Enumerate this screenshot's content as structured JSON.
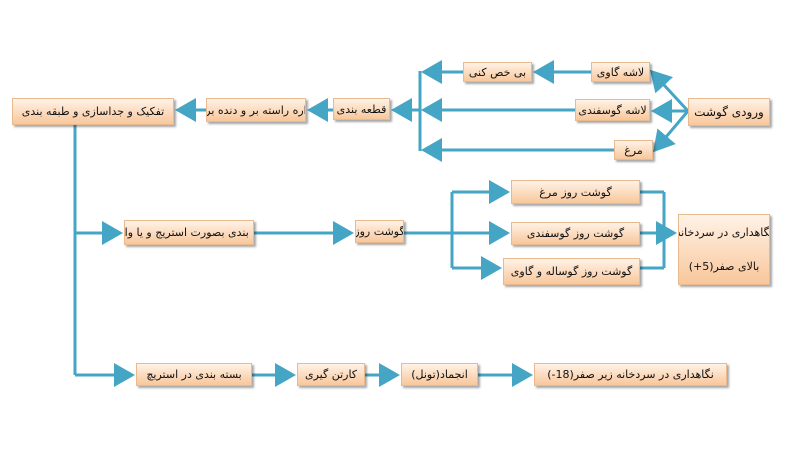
{
  "nodes": {
    "meat_input": "ورودی گوشت",
    "beef_carcass": "لاشه گاوی",
    "sheep_carcass": "لاشه گوسفندی",
    "chicken": "مرغ",
    "deboning": "بی خص کنی",
    "cutting": "قطعه بندی",
    "saw": "اره راسته بر و دنده بر",
    "sorting": "تفکیک و جداسازی و طبقه بندی",
    "vacuum_pack": "بسته بندی بصورت استریج و یا واکیوم",
    "fresh_meat": "گوشت روز",
    "fresh_chicken": "گوشت روز مرغ",
    "fresh_sheep": "گوشت روز گوسفندی",
    "fresh_beef": "گوشت روز گوساله و گاوی",
    "cold_storage_line1": "نگاهداری در سردخانه",
    "cold_storage_line2": "بالای صفر(5+)",
    "stretch_pack": "بسته بندی در استریچ",
    "cartoning": "کارتن گیری",
    "freezing": "انجماد(تونل)",
    "frozen_storage": "نگاهداری در سردخانه زیر صفر(18-)"
  },
  "colors": {
    "arrow": "#45a5c4",
    "box_fill": "#f8c79b",
    "box_border": "#e9b98f"
  }
}
